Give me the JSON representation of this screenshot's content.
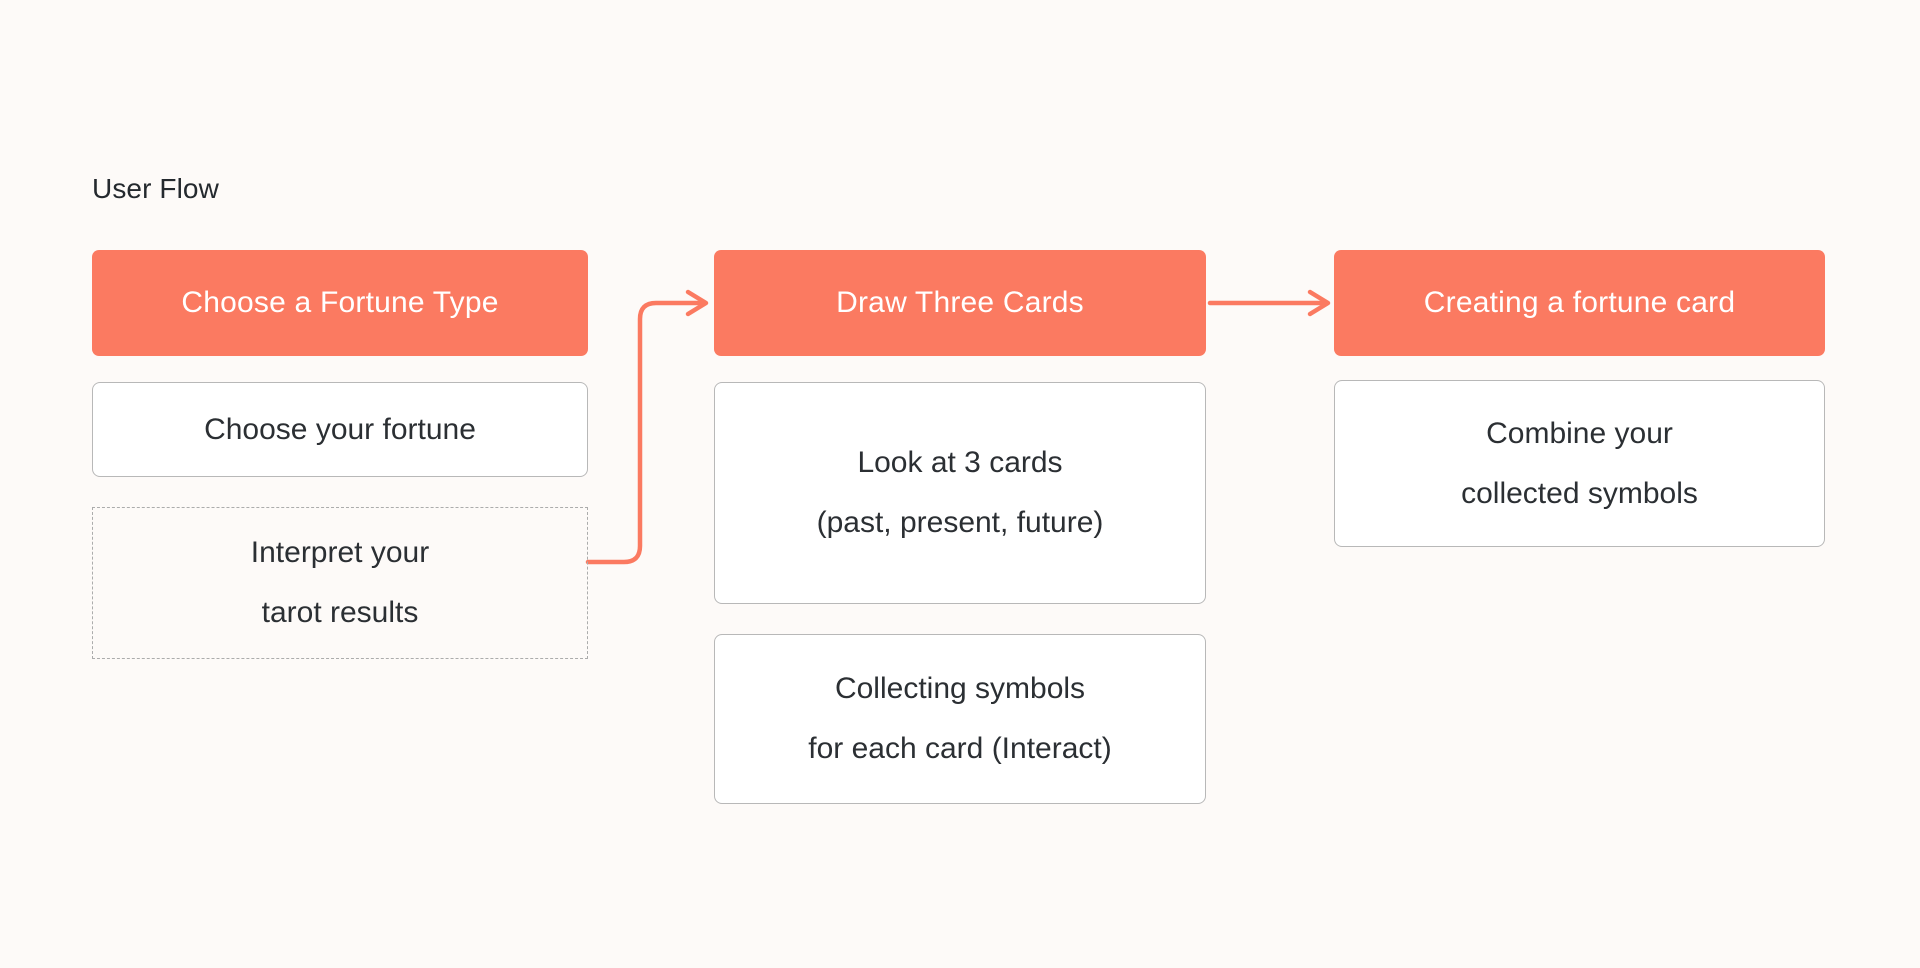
{
  "page": {
    "title": "User Flow",
    "background_color": "#FDFAF8",
    "accent_color": "#FB7A61",
    "text_color": "#2B2F33",
    "box_border_color": "#B8B8B8",
    "dashed_border_color": "#ACACAC"
  },
  "diagram": {
    "type": "flowchart",
    "orientation": "left-to-right",
    "columns": [
      {
        "id": "choose-fortune-type",
        "header": "Choose a Fortune Type",
        "steps": [
          {
            "id": "choose-your-fortune",
            "text": "Choose your fortune",
            "style": "solid",
            "lines": [
              "Choose your fortune"
            ]
          },
          {
            "id": "interpret-tarot-results",
            "text": "Interpret your tarot results",
            "style": "dashed",
            "lines": [
              "Interpret your",
              "tarot results"
            ]
          }
        ]
      },
      {
        "id": "draw-three-cards",
        "header": "Draw Three Cards",
        "steps": [
          {
            "id": "look-at-3-cards",
            "text": "Look at 3 cards (past, present, future)",
            "style": "solid",
            "lines": [
              "Look at 3 cards",
              "(past, present, future)"
            ]
          },
          {
            "id": "collecting-symbols",
            "text": "Collecting symbols for each card (Interact)",
            "style": "solid",
            "lines": [
              "Collecting symbols",
              "for each card (Interact)"
            ]
          }
        ]
      },
      {
        "id": "creating-a-fortune-card",
        "header": "Creating a fortune card",
        "steps": [
          {
            "id": "combine-collected-symbols",
            "text": "Combine your collected symbols",
            "style": "solid",
            "lines": [
              "Combine your",
              "collected symbols"
            ]
          }
        ]
      }
    ],
    "connectors": [
      {
        "id": "interpret-to-draw",
        "from": "interpret-tarot-results",
        "to": "draw-three-cards",
        "shape": "elbow",
        "color": "#FB7A61",
        "arrowhead": "end"
      },
      {
        "id": "draw-to-creating",
        "from": "draw-three-cards",
        "to": "creating-a-fortune-card",
        "shape": "straight",
        "color": "#FB7A61",
        "arrowhead": "end"
      }
    ]
  }
}
